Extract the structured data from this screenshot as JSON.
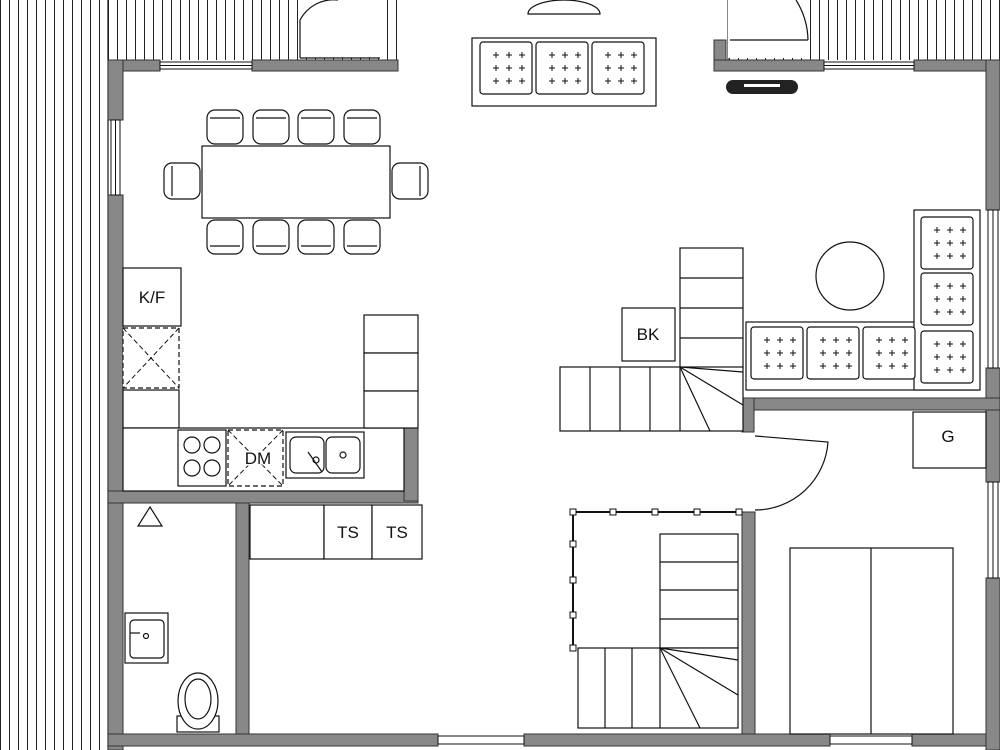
{
  "plan": {
    "colors": {
      "wall": "#888888",
      "line": "#111111",
      "background": "#ffffff"
    },
    "labels": {
      "fridge": "K/F",
      "dishwasher": "DM",
      "wardrobe_1": "TS",
      "wardrobe_2": "TS",
      "bookcase": "BK",
      "g_unit": "G"
    },
    "icons": [
      "sofa-cushion-icon",
      "ceiling-lamp-icon",
      "fireplace-icon",
      "hob-icon",
      "sink-icon",
      "toilet-icon",
      "washbasin-icon",
      "stairs-icon",
      "door-swing-icon",
      "window-icon"
    ],
    "counts": {
      "dining_chairs": 10,
      "sofa_cushions": 9,
      "stair_flights": 2
    }
  }
}
